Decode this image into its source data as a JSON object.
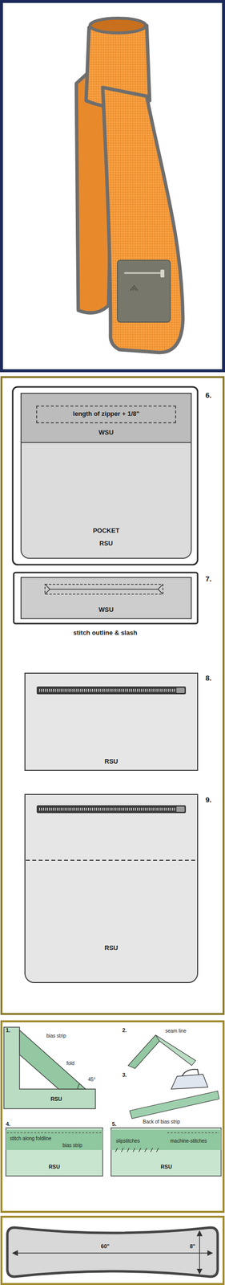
{
  "diagram": {
    "nodes": [
      {
        "text": [
          "POCKET",
          "RSU"
        ]
      },
      {
        "text": [
          "WSU"
        ],
        "in": 0
      },
      {
        "text": [
          "length of zipper + 1/8\""
        ],
        "in": 1
      },
      {
        "text": [
          "WSU"
        ]
      },
      {
        "text": [
          "RSU"
        ]
      },
      {
        "text": [
          "RSU"
        ]
      }
    ],
    "labels": [
      "6.",
      "7.",
      "stitch outline & slash",
      "8.",
      "9.",
      "1.",
      "bias strip",
      "fold",
      "45°",
      "RSU",
      "2.",
      "seam line",
      "3.",
      "Back of bias strip",
      "4.",
      "stitch along foldline",
      "bias strip",
      "RSU",
      "5.",
      "slipstitches",
      "machine-stitches",
      "RSU",
      "60\"",
      "8\""
    ]
  }
}
